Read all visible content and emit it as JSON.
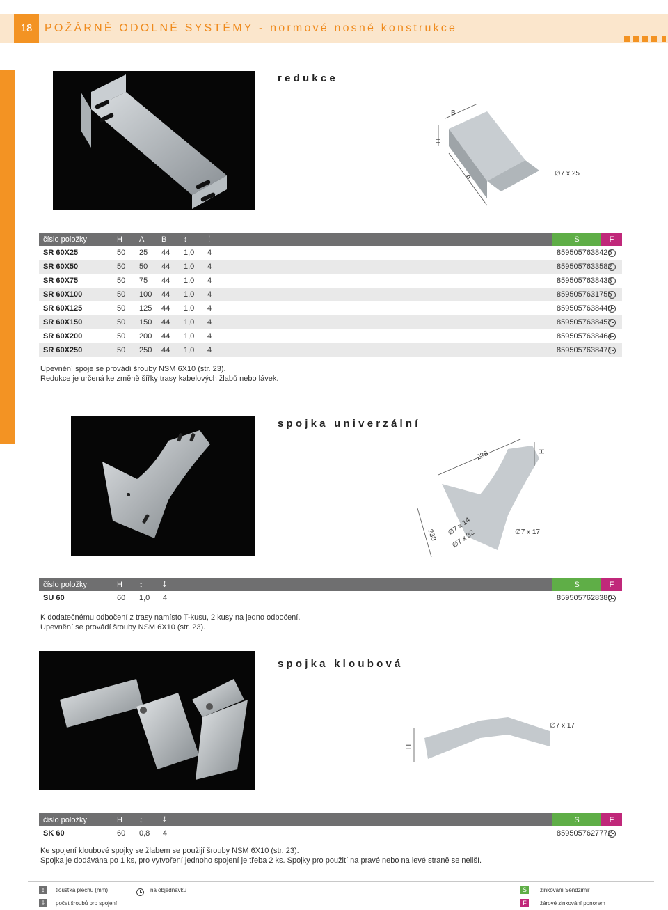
{
  "header": {
    "page_number": "18",
    "title": "POŽÁRNĚ ODOLNÉ SYSTÉMY - normové nosné konstrukce"
  },
  "colors": {
    "accent_orange": "#f39323",
    "header_band": "#fbe6cc",
    "table_header_gray": "#6f6f70",
    "col_s_green": "#5fae47",
    "col_f_magenta": "#c0287a"
  },
  "sections": {
    "redukce": {
      "title": "redukce",
      "diagram_labels": {
        "b": "B",
        "h": "H",
        "a": "A",
        "hole": "∅7 x 25"
      },
      "table": {
        "headers": [
          "číslo položky",
          "H",
          "A",
          "B",
          "↕",
          "⸸",
          "S",
          "F"
        ],
        "rows": [
          [
            "SR 60X25",
            "50",
            "25",
            "44",
            "1,0",
            "4",
            "8595057638426"
          ],
          [
            "SR 60X50",
            "50",
            "50",
            "44",
            "1,0",
            "4",
            "8595057633582"
          ],
          [
            "SR 60X75",
            "50",
            "75",
            "44",
            "1,0",
            "4",
            "8595057638433"
          ],
          [
            "SR 60X100",
            "50",
            "100",
            "44",
            "1,0",
            "4",
            "8595057631755"
          ],
          [
            "SR 60X125",
            "50",
            "125",
            "44",
            "1,0",
            "4",
            "8595057638440"
          ],
          [
            "SR 60X150",
            "50",
            "150",
            "44",
            "1,0",
            "4",
            "8595057638457"
          ],
          [
            "SR 60X200",
            "50",
            "200",
            "44",
            "1,0",
            "4",
            "8595057638464"
          ],
          [
            "SR 60X250",
            "50",
            "250",
            "44",
            "1,0",
            "4",
            "8595057638471"
          ]
        ]
      },
      "notes": [
        "Upevnění spoje se provádí šrouby NSM 6X10 (str. 23).",
        "Redukce je určená ke změně šířky trasy kabelových žlabů nebo lávek."
      ]
    },
    "univerzalni": {
      "title": "spojka univerzální",
      "diagram_labels": {
        "dim1": "238",
        "h": "H",
        "dim2": "238",
        "hole1": "∅7 x 14",
        "hole2": "∅7 x 32",
        "hole3": "∅7 x 17"
      },
      "table": {
        "headers": [
          "číslo položky",
          "H",
          "↕",
          "⸸",
          "S",
          "F"
        ],
        "rows": [
          [
            "SU 60",
            "60",
            "1,0",
            "4",
            "8595057628380"
          ]
        ]
      },
      "notes": [
        "K dodatečnému odbočení z trasy namísto T-kusu, 2 kusy na jedno odbočení.",
        "Upevnění se provádí šrouby NSM 6X10 (str. 23)."
      ]
    },
    "kloubova": {
      "title": "spojka kloubová",
      "diagram_labels": {
        "hole": "∅7 x 17",
        "h": "H"
      },
      "table": {
        "headers": [
          "číslo položky",
          "H",
          "↕",
          "⸸",
          "S",
          "F"
        ],
        "rows": [
          [
            "SK 60",
            "60",
            "0,8",
            "4",
            "8595057627772"
          ]
        ]
      },
      "notes": [
        "Ke spojení kloubové spojky se žlabem se použijí šrouby NSM 6X10 (str. 23).",
        "Spojka je dodávána po 1 ks, pro vytvoření jednoho spojení je třeba 2 ks. Spojky pro použití na pravé nebo na levé straně se neliší."
      ]
    }
  },
  "legend": {
    "thickness": {
      "symbol": "↕",
      "text": "tloušťka plechu (mm)"
    },
    "on_order": {
      "text": "na objednávku"
    },
    "bolts": {
      "symbol": "⸸",
      "text": "počet šroubů pro spojení"
    },
    "s": {
      "symbol": "S",
      "text": "zinkování Sendzimir"
    },
    "f": {
      "symbol": "F",
      "text": "žárové zinkování ponorem"
    }
  }
}
